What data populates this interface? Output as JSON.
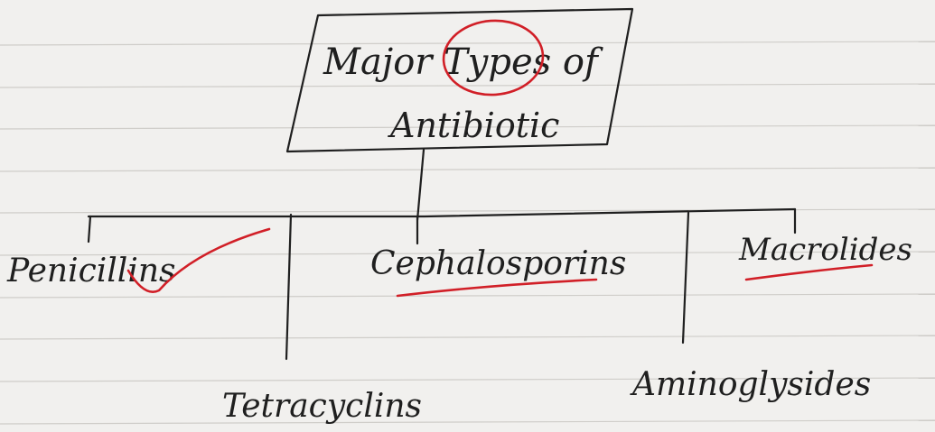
{
  "diagram": {
    "title_line1": "Major Types of",
    "title_line2": "Antibiotic",
    "children": [
      "Penicillins",
      "Cephalosporins",
      "Macrolides",
      "Tetracyclins",
      "Aminoglysides"
    ]
  },
  "colors": {
    "ink": "#1f1f1f",
    "annotation": "#d11f27",
    "paper": "#f1f0ee",
    "rule": "#cfcdc9"
  }
}
